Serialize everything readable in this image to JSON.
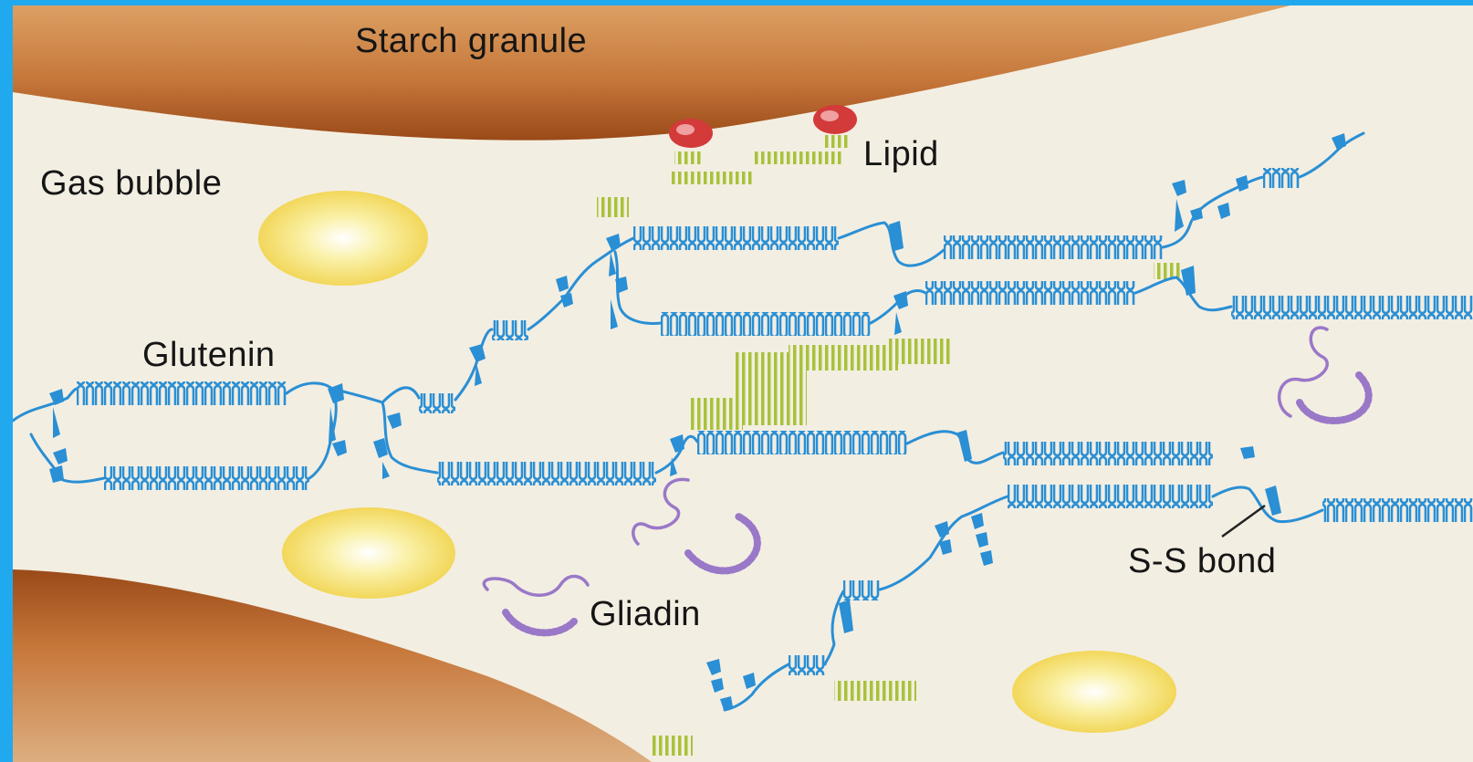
{
  "labels": {
    "starch_granule": "Starch granule",
    "lipid": "Lipid",
    "gas_bubble": "Gas bubble",
    "glutenin": "Glutenin",
    "gliadin": "Gliadin",
    "ss_bond": "S-S bond"
  },
  "colors": {
    "frame_border": "#21a9ef",
    "dough_background": "#f3eee2",
    "starch_granule": "#b8632a",
    "glutenin": "#2a8fd4",
    "gliadin": "#9a78c8",
    "lipid_head": "#d33a3a",
    "lipid_tail": "#a8c23a",
    "gas_bubble": "#f6e06a"
  }
}
